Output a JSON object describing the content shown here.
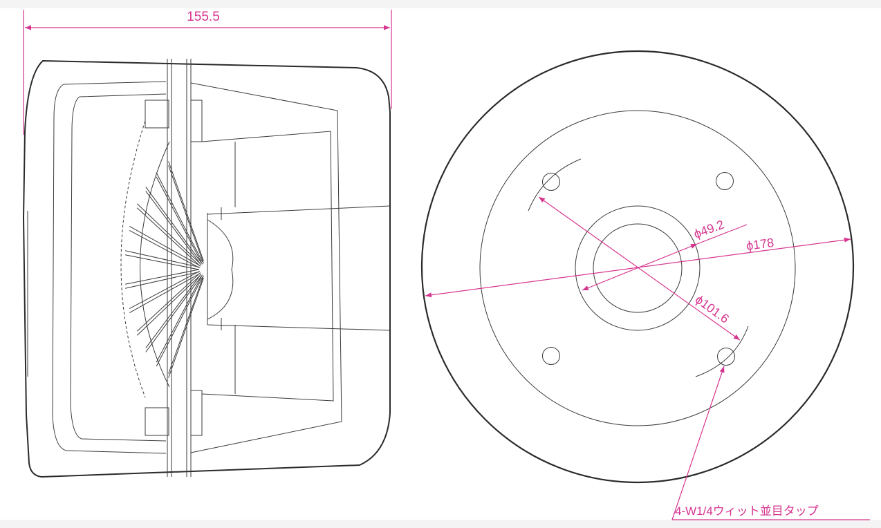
{
  "colors": {
    "dimension": "#d6358f",
    "line": "#2a2a2a",
    "background": "#f4f4f4",
    "paper": "#ffffff"
  },
  "side_view": {
    "depth_dimension": "155.5"
  },
  "front_view": {
    "throat_diameter": "ϕ49.2",
    "outer_diameter": "ϕ178",
    "bolt_circle_diameter": "ϕ101.6",
    "tap_note": "4-W1/4ウィット並目タップ"
  }
}
